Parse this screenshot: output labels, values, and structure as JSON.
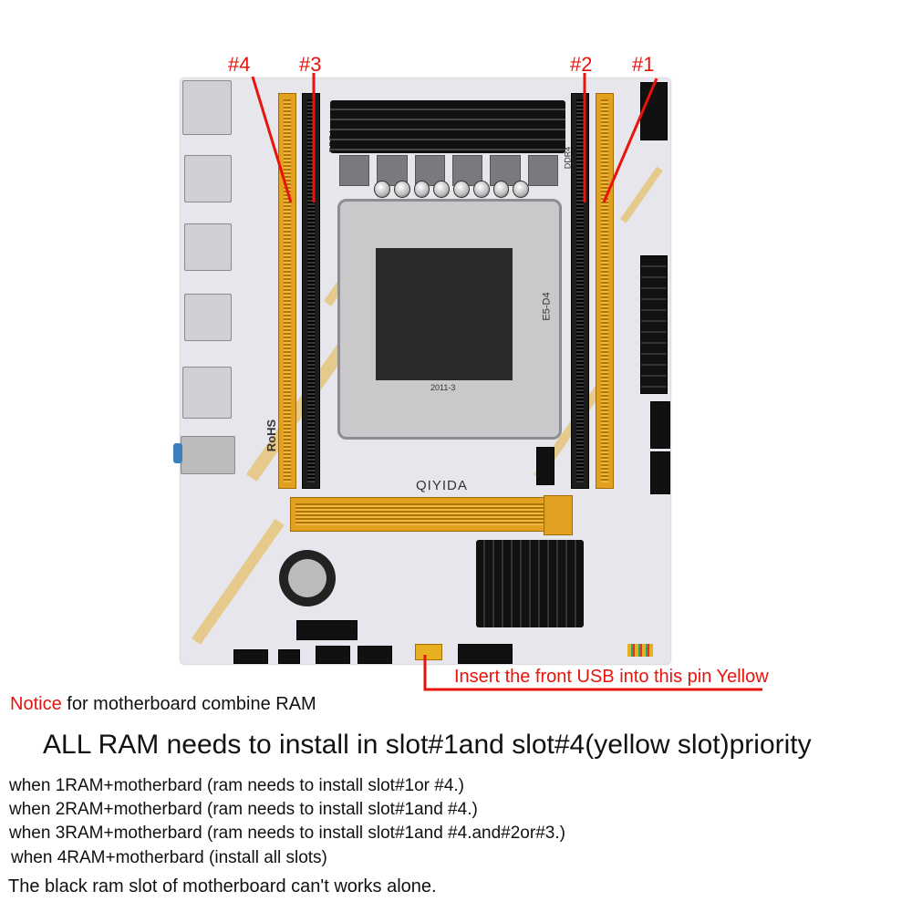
{
  "slot_labels": {
    "s4": "#4",
    "s3": "#3",
    "s2": "#2",
    "s1": "#1"
  },
  "board_markings": {
    "brand": "QIYIDA",
    "model": "E5-D4",
    "ddr_left": "DDR4",
    "ddr_right": "DDR4",
    "rohs": "RoHS",
    "socket": "2011-3"
  },
  "usb_annotation": "Insert the front USB into this pin Yellow",
  "notice": {
    "highlight": "Notice",
    "rest": " for motherboard combine RAM"
  },
  "headline": "ALL RAM needs to install in slot#1and slot#4(yellow slot)priority",
  "rules": [
    "when 1RAM+motherbard (ram needs to install slot#1or #4.)",
    "when 2RAM+motherbard (ram needs to install slot#1and #4.)",
    "when 3RAM+motherbard (ram needs to install slot#1and #4.and#2or#3.)",
    "when 4RAM+motherbard (install all slots)"
  ],
  "footer": "The black ram slot of motherboard can't works alone.",
  "colors": {
    "annotation": "#e8140c",
    "yellow_slot": "#e2a020",
    "board": "#e6e6ec"
  }
}
